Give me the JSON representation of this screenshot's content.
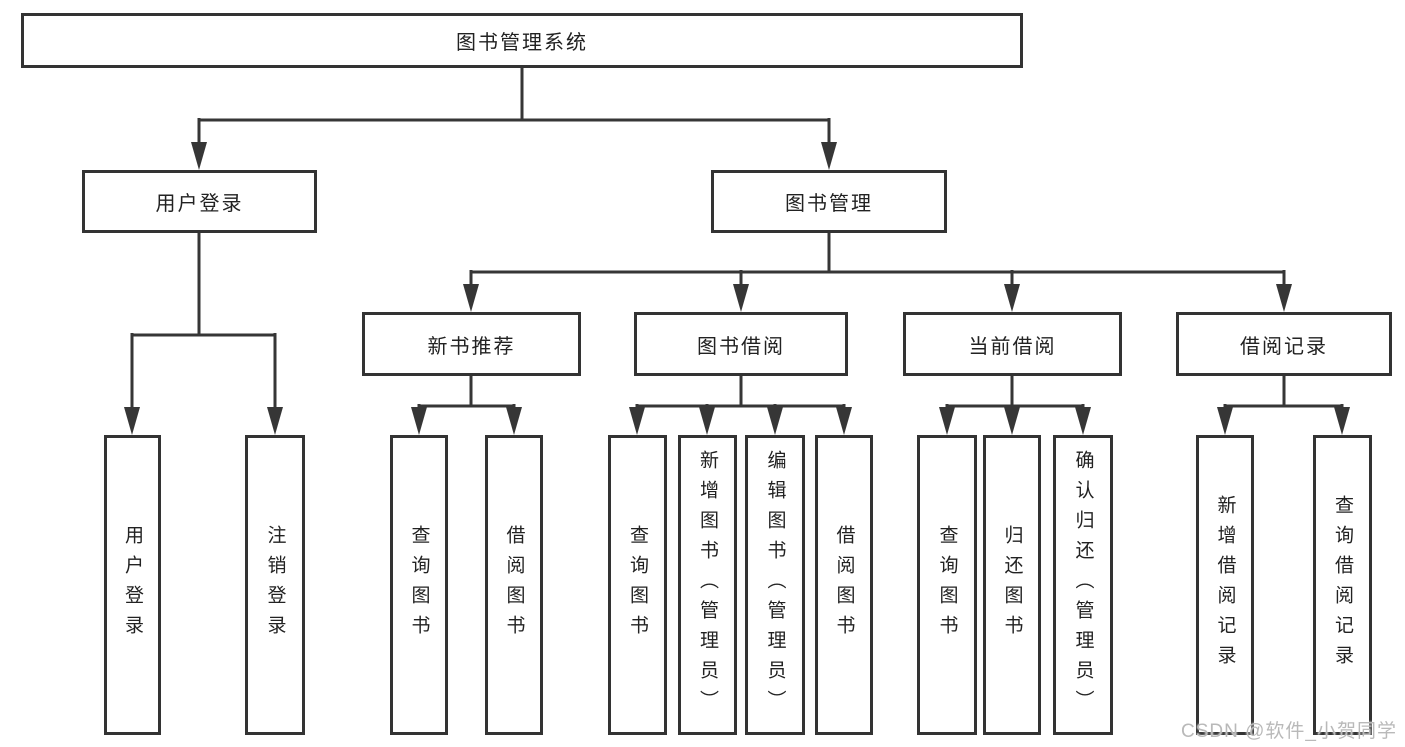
{
  "diagram": {
    "root": {
      "label": "图书管理系统"
    },
    "level2": [
      {
        "label": "用户登录"
      },
      {
        "label": "图书管理"
      }
    ],
    "level3": [
      {
        "label": "新书推荐"
      },
      {
        "label": "图书借阅"
      },
      {
        "label": "当前借阅"
      },
      {
        "label": "借阅记录"
      }
    ],
    "leaves": {
      "user_login": [
        {
          "label": "用户登录"
        },
        {
          "label": "注销登录"
        }
      ],
      "new_book": [
        {
          "label": "查询图书"
        },
        {
          "label": "借阅图书"
        }
      ],
      "book_borrow": [
        {
          "label": "查询图书"
        },
        {
          "label": "新增图书（管理员）"
        },
        {
          "label": "编辑图书（管理员）"
        },
        {
          "label": "借阅图书"
        }
      ],
      "current_borrow": [
        {
          "label": "查询图书"
        },
        {
          "label": "归还图书"
        },
        {
          "label": "确认归还（管理员）"
        }
      ],
      "borrow_record": [
        {
          "label": "新增借阅记录"
        },
        {
          "label": "查询借阅记录"
        }
      ]
    },
    "watermark": "CSDN @软件_小贺同学",
    "colors": {
      "line": "#363636",
      "box_border": "#333333",
      "text": "#222222",
      "watermark": "#b9b9b9",
      "background": "#ffffff"
    }
  }
}
